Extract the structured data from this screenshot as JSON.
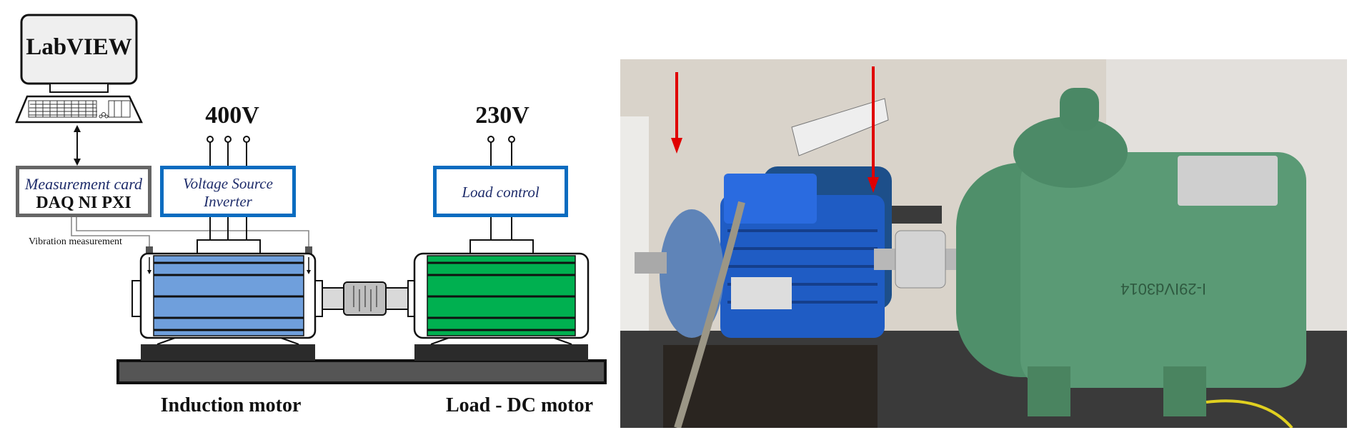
{
  "diagram": {
    "computer_label": "LabVIEW",
    "measurement_card": {
      "line1": "Measurement card",
      "line2": "DAQ NI PXI"
    },
    "inverter": {
      "line1": "Voltage Source",
      "line2": "Inverter"
    },
    "load_control": "Load control",
    "voltage_inverter": "400V",
    "voltage_load": "230V",
    "vibration_label": "Vibration measurement",
    "induction_motor_label": "Induction motor",
    "dc_motor_label": "Load - DC motor",
    "colors": {
      "inverter_border": "#0a6cc0",
      "induction_motor": "#6f9fdc",
      "dc_motor": "#00b050",
      "card_border": "#666666"
    }
  },
  "photo": {
    "nameplate_text": "I-29IVd3014"
  }
}
